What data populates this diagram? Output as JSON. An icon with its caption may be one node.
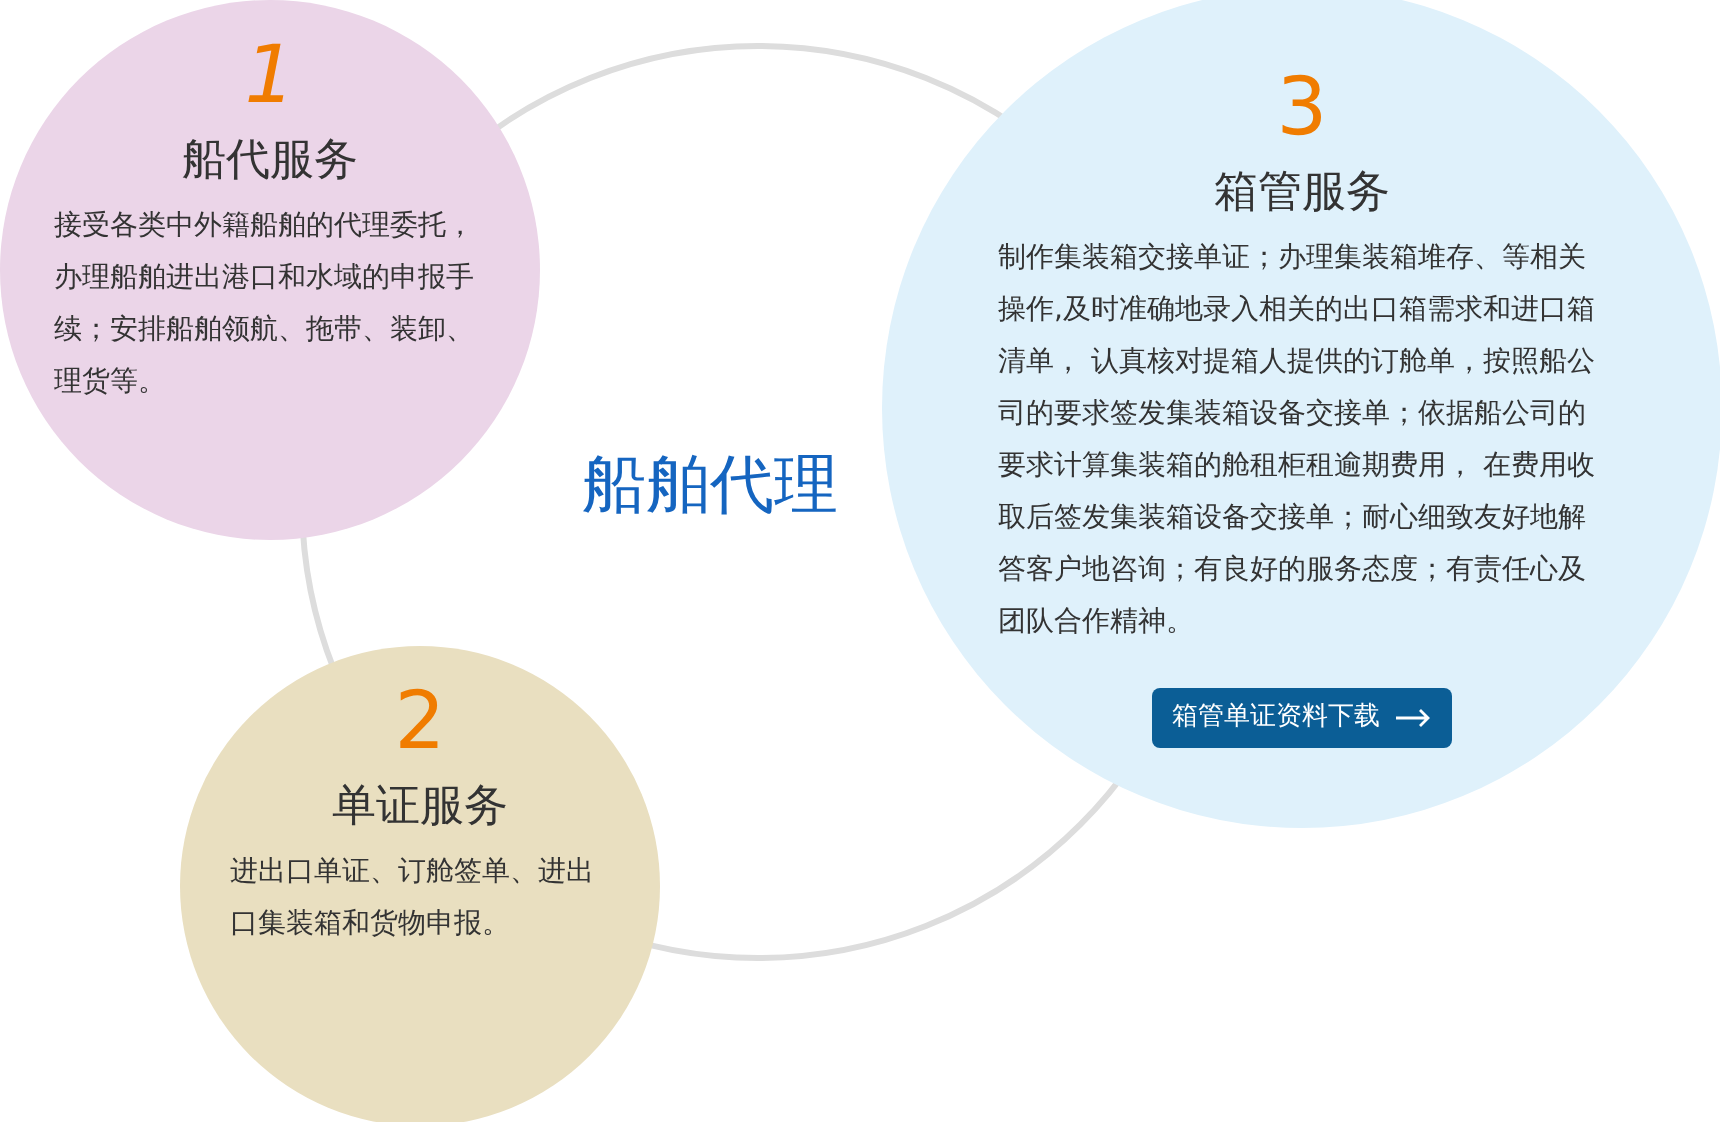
{
  "diagram": {
    "nodes": [
      {
        "text": [
          "1",
          "船代服务",
          "接受各类中外籍船舶的代理委托，办理船舶进出港口和水域的申报手续；安排船舶领航、拖带、装卸、理货等。"
        ]
      },
      {
        "text": [
          "3",
          "箱管服务",
          "制作集装箱交接单证；办理集装箱堆存、等相关操作,及时准确地录入相关的出口箱需求和进口箱清单， 认真核对提箱人提供的订舱单，按照船公司的要求签发集装箱设备交接单；依据船公司的要求计算集装箱的舱租柜租逾期费用， 在费用收取后签发集装箱设备交接单；耐心细致友好地解答客户地咨询；有良好的服务态度；有责任心及团队合作精神。"
        ]
      },
      {
        "text": [
          "箱管单证资料下载"
        ],
        "in": 1
      },
      {
        "text": [
          "2",
          "单证服务",
          "进出口单证、订舱签单、进出口集装箱和货物申报。"
        ]
      }
    ],
    "labels": [
      "船舶代理"
    ]
  }
}
